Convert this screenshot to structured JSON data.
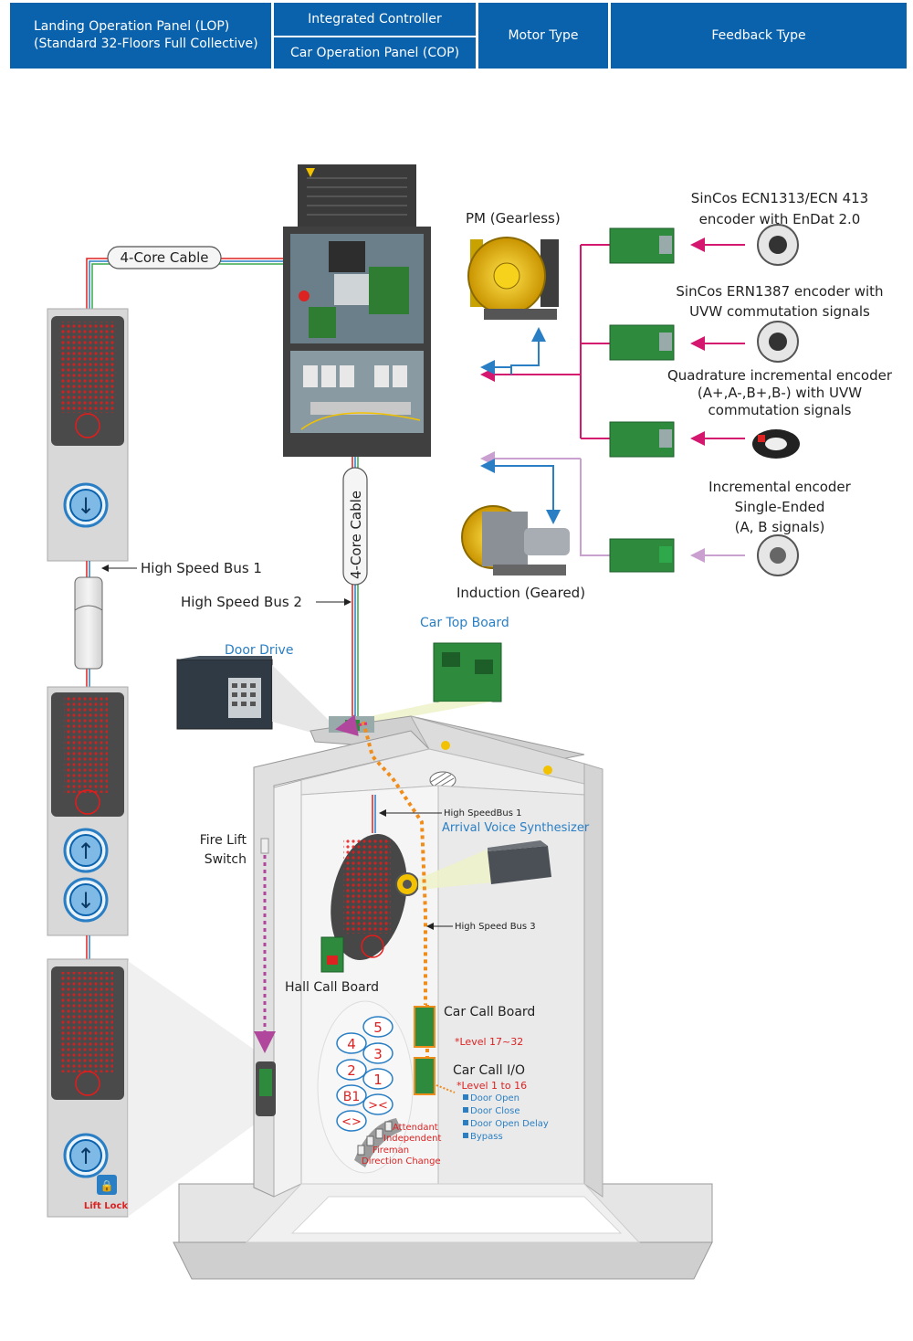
{
  "header": {
    "lop_line1": "Landing Operation Panel (LOP)",
    "lop_line2": "(Standard 32-Floors Full Collective)",
    "integrated_controller": "Integrated Controller",
    "cop": "Car Operation Panel (COP)",
    "motor_type": "Motor Type",
    "feedback_type": "Feedback Type"
  },
  "labels": {
    "cable_top": "4-Core Cable",
    "cable_vertical": "4-Core Cable",
    "high_speed_bus_1": "High Speed Bus 1",
    "high_speed_bus_2": "High Speed Bus 2",
    "door_drive": "Door Drive",
    "car_top_board": "Car Top Board",
    "fire_lift_switch_1": "Fire Lift",
    "fire_lift_switch_2": "Switch",
    "hs_bus_1_car": "High SpeedBus 1",
    "arrival_voice": "Arrival Voice Synthesizer",
    "hs_bus_3": "High Speed Bus 3",
    "hall_call_board": "Hall Call Board",
    "car_call_board": "Car Call Board",
    "level_17_32": "*Level 17~32",
    "car_call_io": "Car Call I/O",
    "level_1_16": "*Level 1 to 16",
    "lift_lock": "Lift Lock"
  },
  "io_list": [
    "Door Open",
    "Door Close",
    "Door Open Delay",
    "Bypass"
  ],
  "cop_switches": [
    "Attendant",
    "Independent",
    "Fireman",
    "Direction Change"
  ],
  "cop_buttons": [
    "5",
    "4",
    "3",
    "2",
    "1",
    "B1",
    "><",
    "<>"
  ],
  "motors": {
    "pm": "PM (Gearless)",
    "induction": "Induction (Geared)"
  },
  "encoders": [
    {
      "line1": "SinCos ECN1313/ECN 413",
      "line2": "encoder with EnDat 2.0"
    },
    {
      "line1": "SinCos ERN1387 encoder with",
      "line2": "UVW commutation signals"
    },
    {
      "line1": "Quadrature incremental encoder",
      "line2": "(A+,A-,B+,B-) with UVW",
      "line3": "commutation signals"
    },
    {
      "line1": "Incremental encoder",
      "line2": "Single-Ended",
      "line3": "(A, B signals)"
    }
  ],
  "colors": {
    "header_blue": "#0a62ad",
    "magenta_line": "#d4176f",
    "blue_line": "#2a7fc4",
    "lilac_line": "#c9a0cf",
    "orange_dots": "#f08c1a",
    "led_red": "#e81a1a"
  }
}
